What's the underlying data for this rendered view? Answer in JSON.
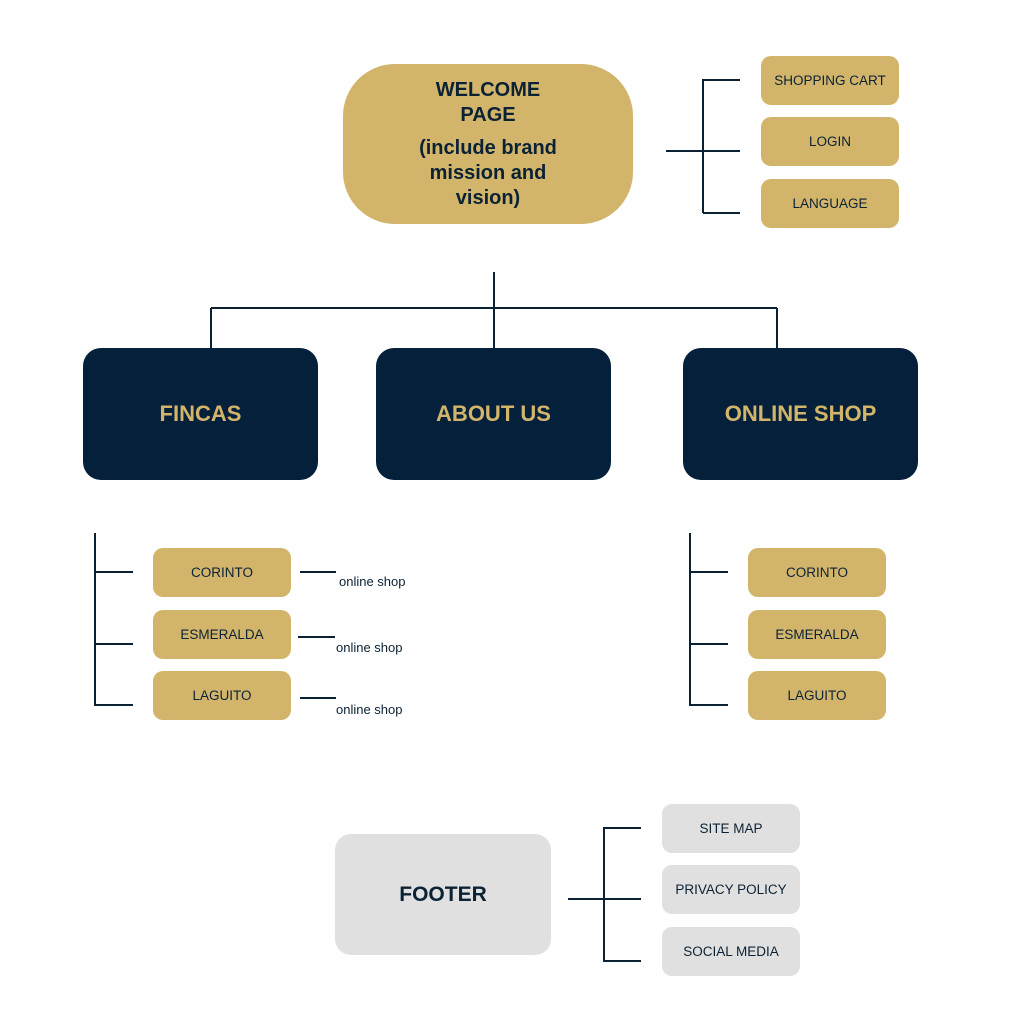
{
  "welcome": {
    "title": "WELCOME\nPAGE",
    "subtitle": "(include brand\nmission and\nvision)"
  },
  "header_items": [
    "SHOPPING CART",
    "LOGIN",
    "LANGUAGE"
  ],
  "sections": [
    "FINCAS",
    "ABOUT US",
    "ONLINE SHOP"
  ],
  "fincas_items": [
    "CORINTO",
    "ESMERALDA",
    "LAGUITO"
  ],
  "fincas_notes": [
    "online shop",
    "online shop",
    "online shop"
  ],
  "shop_items": [
    "CORINTO",
    "ESMERALDA",
    "LAGUITO"
  ],
  "footer": {
    "title": "FOOTER",
    "items": [
      "SITE MAP",
      "PRIVACY POLICY",
      "SOCIAL MEDIA"
    ]
  },
  "colors": {
    "gold": "#d2b56a",
    "navy": "#05203a",
    "grey": "#e0e0e0",
    "line": "#0b2235"
  }
}
